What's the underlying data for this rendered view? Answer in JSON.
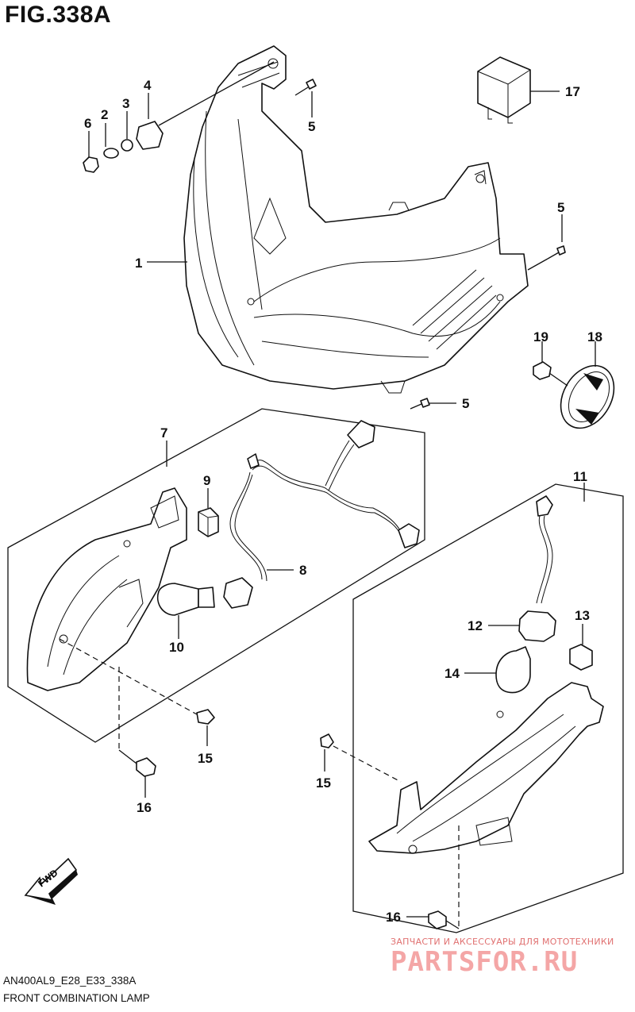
{
  "figure": {
    "title": "FIG.338A",
    "code": "AN400AL9_E28_E33_338A",
    "name": "FRONT COMBINATION LAMP"
  },
  "fwd_label": "FWD",
  "callouts": [
    {
      "id": "p1",
      "text": "1"
    },
    {
      "id": "p2",
      "text": "2"
    },
    {
      "id": "p3",
      "text": "3"
    },
    {
      "id": "p4",
      "text": "4"
    },
    {
      "id": "p5a",
      "text": "5"
    },
    {
      "id": "p5b",
      "text": "5"
    },
    {
      "id": "p5c",
      "text": "5"
    },
    {
      "id": "p6",
      "text": "6"
    },
    {
      "id": "p7",
      "text": "7"
    },
    {
      "id": "p8",
      "text": "8"
    },
    {
      "id": "p9",
      "text": "9"
    },
    {
      "id": "p10",
      "text": "10"
    },
    {
      "id": "p11",
      "text": "11"
    },
    {
      "id": "p12",
      "text": "12"
    },
    {
      "id": "p13",
      "text": "13"
    },
    {
      "id": "p14",
      "text": "14"
    },
    {
      "id": "p15a",
      "text": "15"
    },
    {
      "id": "p15b",
      "text": "15"
    },
    {
      "id": "p16a",
      "text": "16"
    },
    {
      "id": "p16b",
      "text": "16"
    },
    {
      "id": "p17",
      "text": "17"
    },
    {
      "id": "p18",
      "text": "18"
    },
    {
      "id": "p19",
      "text": "19"
    }
  ],
  "watermark": {
    "tagline": "ЗАПЧАСТИ И АКСЕССУАРЫ ДЛЯ МОТОТЕХНИКИ",
    "logo": "PARTSFOR.RU"
  }
}
